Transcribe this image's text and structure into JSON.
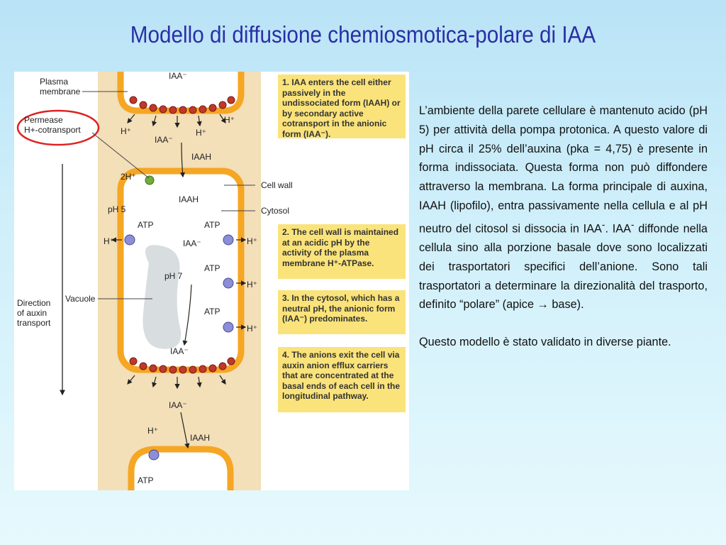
{
  "title": "Modello di diffusione chemiosmotica-polare di IAA",
  "figure": {
    "labels": {
      "plasma_membrane": "Plasma\nmembrane",
      "permease": "Permease\nH+-cotransport",
      "cell_wall": "Cell wall",
      "cytosol": "Cytosol",
      "vacuole": "Vacuole",
      "direction": "Direction\nof auxin\ntransport",
      "ph5": "pH 5",
      "ph7": "pH 7",
      "iaa_minus": "IAA⁻",
      "iaah": "IAAH",
      "h_plus": "H⁺",
      "two_h_plus": "2H⁺",
      "atp": "ATP"
    },
    "notes": [
      "1. IAA enters the cell either passively in the undissociated form (IAAH) or by secondary active cotransport in the anionic form (IAA⁻).",
      "2. The cell wall is maintained at an acidic pH by the activity of the plasma membrane H⁺-ATPase.",
      "3. In the cytosol, which has a neutral pH, the anionic form (IAA⁻) predominates.",
      "4. The anions exit the cell via auxin anion efflux carriers that are concentrated at the basal ends of each cell in the longitudinal pathway."
    ]
  },
  "body": {
    "paragraph1_a": "L’ambiente della parete cellulare è mantenuto acido (pH 5) per attività della pompa protonica. A questo valore di pH circa il 25% dell’auxina (pka = 4,75) è presente in forma indissociata. Questa forma non può diffondere attraverso la membrana. La forma principale di auxina, IAAH (lipofilo), entra passivamente nella cellula e al pH neutro del citosol si dissocia in IAA",
    "sup_minus": "-",
    "paragraph1_b": ". IAA",
    "paragraph1_c": " diffonde nella cellula sino alla porzione basale dove sono localizzati dei trasportatori specifici dell’anione. Sono tali trasportatori a determinare la direzionalità del trasporto, definito “polare” (apice ",
    "arrow": "→",
    "paragraph1_d": " base).",
    "paragraph2": "Questo modello è stato validato in diverse piante."
  },
  "colors": {
    "title": "#2b2fa6",
    "wall": "#f3dfb8",
    "membrane": "#f5a623",
    "carrier": "#c0392b",
    "note_box": "#fae37a",
    "circle_highlight": "#e02020"
  }
}
